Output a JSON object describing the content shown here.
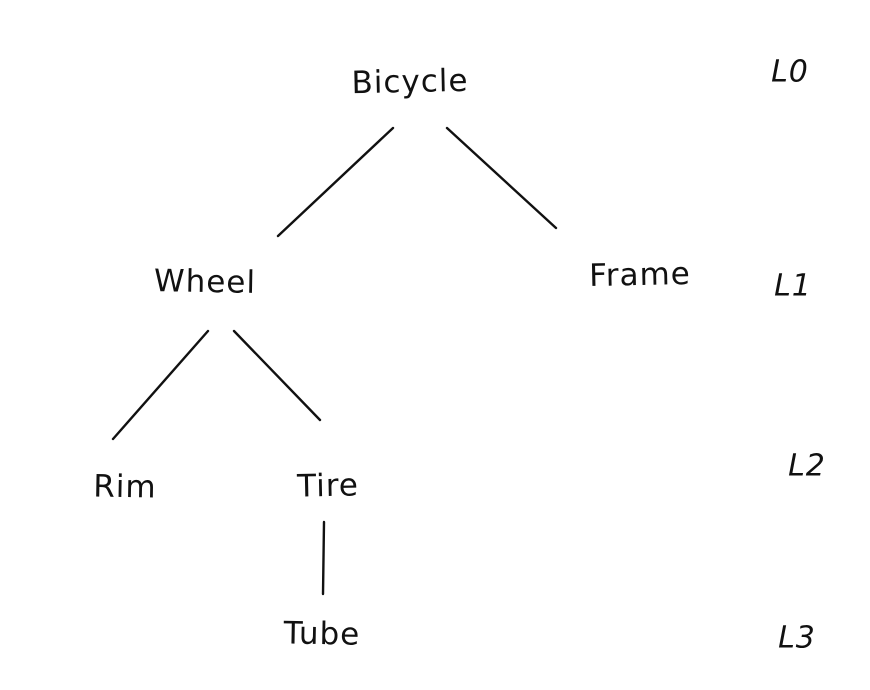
{
  "diagram": {
    "type": "tree",
    "background_color": "#ffffff",
    "ink_color": "#111111",
    "nodes": {
      "bicycle": {
        "label": "Bicycle",
        "level": "L0"
      },
      "wheel": {
        "label": "Wheel",
        "level": "L1"
      },
      "frame": {
        "label": "Frame",
        "level": "L1"
      },
      "rim": {
        "label": "Rim",
        "level": "L2"
      },
      "tire": {
        "label": "Tire",
        "level": "L2"
      },
      "tube": {
        "label": "Tube",
        "level": "L3"
      }
    },
    "edges": [
      {
        "from": "Bicycle",
        "to": "Wheel"
      },
      {
        "from": "Bicycle",
        "to": "Frame"
      },
      {
        "from": "Wheel",
        "to": "Rim"
      },
      {
        "from": "Wheel",
        "to": "Tire"
      },
      {
        "from": "Tire",
        "to": "Tube"
      }
    ],
    "level_labels": {
      "l0": "L0",
      "l1": "L1",
      "l2": "L2",
      "l3": "L3"
    }
  }
}
